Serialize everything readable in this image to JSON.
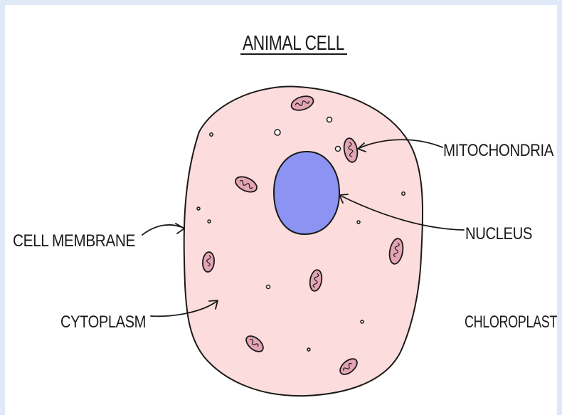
{
  "title": "ANIMAL CELL",
  "labels": {
    "mitochondria": "MITOCHONDRIA",
    "nucleus": "NUCLEUS",
    "cell_membrane": "CELL MEMBRANE",
    "cytoplasm": "CYTOPLASM",
    "chloroplast": "CHLOROPLAST"
  },
  "colors": {
    "cytoplasm": "#fcdcdc",
    "nucleus": "#8d93f3",
    "mitochondria": "#e3a4b3",
    "outline": "#1a1a1a",
    "background": "#dfe9f7"
  }
}
